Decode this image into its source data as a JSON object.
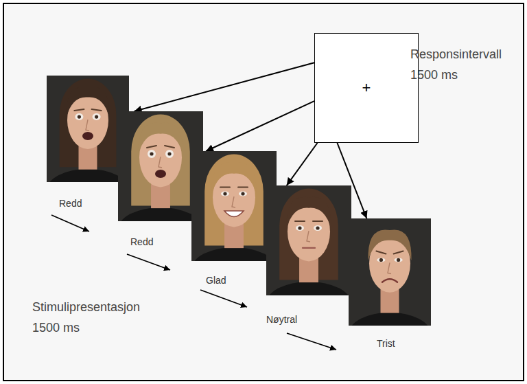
{
  "diagram": {
    "nodes": [
      {
        "text": [
          "Redd"
        ]
      },
      {
        "text": [
          "Redd"
        ]
      },
      {
        "text": [
          "Glad"
        ]
      },
      {
        "text": [
          "Nøytral"
        ]
      },
      {
        "text": [
          "Trist"
        ]
      },
      {
        "text": [
          "+"
        ]
      }
    ],
    "edges": [
      {
        "from": 5,
        "to": 1,
        "arrow": "to"
      },
      {
        "from": 5,
        "to": 2,
        "arrow": "to"
      },
      {
        "from": 5,
        "to": 3,
        "arrow": "to"
      },
      {
        "from": 5,
        "to": 4,
        "arrow": "to"
      }
    ],
    "labels": [
      "Responsintervall 1500 ms",
      "Stimulipresentasjon 1500 ms"
    ]
  }
}
